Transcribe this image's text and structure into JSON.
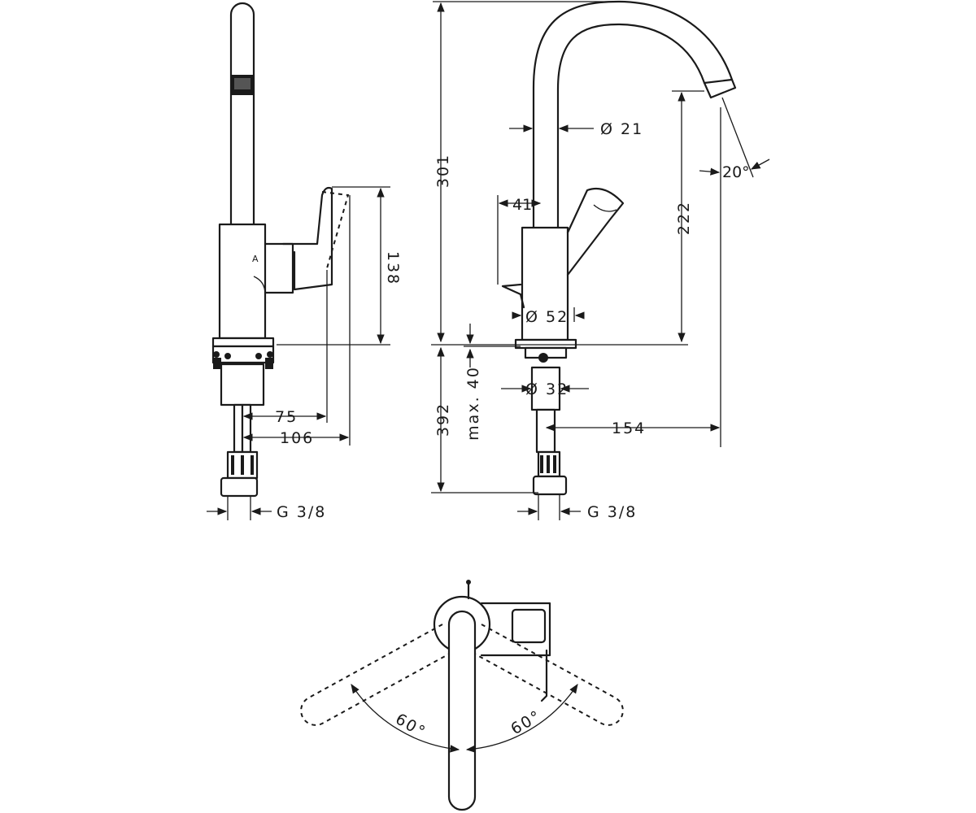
{
  "dimensions": {
    "overall_height": "301",
    "below_deck": "392",
    "deck_max": "max. 40",
    "spout_pipe_dia": "Ø 21",
    "handle_width": "41",
    "body_dia": "Ø 52",
    "shank_dia": "Ø 32",
    "spout_outlet_height": "222",
    "spout_reach": "154",
    "outlet_angle": "20°",
    "side_handle_height": "138",
    "side_handle_reach": "75",
    "side_handle_total": "106",
    "thread_side": "G 3/8",
    "thread_front": "G 3/8",
    "swivel_left": "60°",
    "swivel_right": "60°"
  },
  "colors": {
    "line": "#1a1a1a",
    "background": "#ffffff"
  }
}
